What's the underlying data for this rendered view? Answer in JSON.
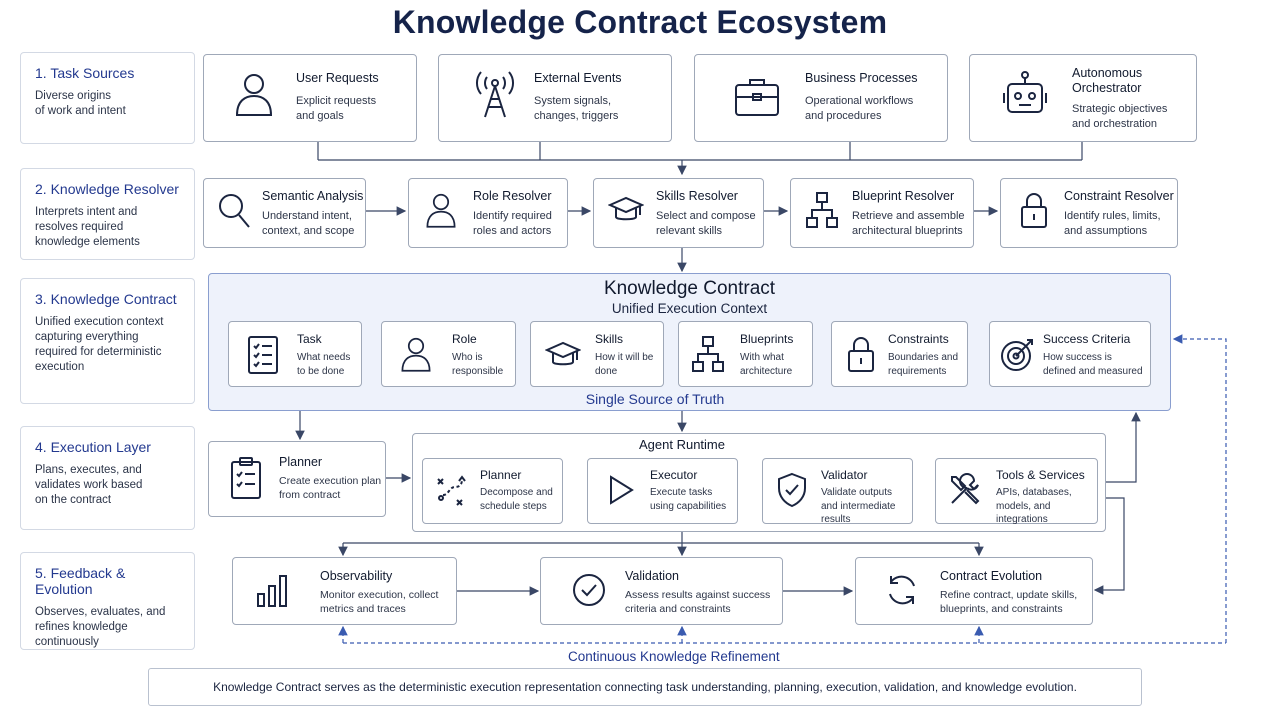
{
  "title": "Knowledge Contract Ecosystem",
  "stages": [
    {
      "title": "1. Task Sources",
      "desc": "Diverse origins\nof work and intent"
    },
    {
      "title": "2. Knowledge Resolver",
      "desc": "Interprets intent and\nresolves required\nknowledge elements"
    },
    {
      "title": "3. Knowledge Contract",
      "desc": "Unified execution context\ncapturing everything\nrequired for deterministic\nexecution"
    },
    {
      "title": "4. Execution Layer",
      "desc": "Plans, executes, and\nvalidates work based\non the contract"
    },
    {
      "title": "5. Feedback & Evolution",
      "desc": "Observes, evaluates, and\nrefines knowledge\ncontinuously"
    }
  ],
  "sources": [
    {
      "name": "User Requests",
      "desc": "Explicit requests\nand goals",
      "icon": "user-icon"
    },
    {
      "name": "External Events",
      "desc": "System signals,\nchanges, triggers",
      "icon": "antenna-icon"
    },
    {
      "name": "Business Processes",
      "desc": "Operational workflows\nand procedures",
      "icon": "briefcase-icon"
    },
    {
      "name": "Autonomous\nOrchestrator",
      "desc": "Strategic objectives\nand orchestration",
      "icon": "robot-icon"
    }
  ],
  "resolvers": [
    {
      "name": "Semantic Analysis",
      "desc": "Understand intent,\ncontext, and scope",
      "icon": "magnifier-icon"
    },
    {
      "name": "Role Resolver",
      "desc": "Identify required\nroles and actors",
      "icon": "user-icon"
    },
    {
      "name": "Skills Resolver",
      "desc": "Select and compose\nrelevant skills",
      "icon": "graduation-cap-icon"
    },
    {
      "name": "Blueprint Resolver",
      "desc": "Retrieve and assemble\narchitectural blueprints",
      "icon": "hierarchy-icon"
    },
    {
      "name": "Constraint Resolver",
      "desc": "Identify rules, limits,\nand assumptions",
      "icon": "lock-icon"
    }
  ],
  "contract": {
    "title": "Knowledge Contract",
    "subtitle": "Unified Execution Context",
    "footer": "Single Source of Truth",
    "items": [
      {
        "name": "Task",
        "desc": "What needs\nto be done",
        "icon": "checklist-icon"
      },
      {
        "name": "Role",
        "desc": "Who is\nresponsible",
        "icon": "user-icon"
      },
      {
        "name": "Skills",
        "desc": "How it will be\ndone",
        "icon": "graduation-cap-icon"
      },
      {
        "name": "Blueprints",
        "desc": "With what\narchitecture",
        "icon": "hierarchy-icon"
      },
      {
        "name": "Constraints",
        "desc": "Boundaries and\nrequirements",
        "icon": "lock-icon"
      },
      {
        "name": "Success Criteria",
        "desc": "How success is\ndefined and measured",
        "icon": "target-icon"
      }
    ]
  },
  "execution": {
    "planner": {
      "name": "Planner",
      "desc": "Create execution plan\nfrom contract",
      "icon": "clipboard-icon"
    },
    "runtime_title": "Agent Runtime",
    "runtime": [
      {
        "name": "Planner",
        "desc": "Decompose and\nschedule steps",
        "icon": "path-icon"
      },
      {
        "name": "Executor",
        "desc": "Execute tasks\nusing capabilities",
        "icon": "play-icon"
      },
      {
        "name": "Validator",
        "desc": "Validate outputs\nand intermediate\nresults",
        "icon": "shield-check-icon"
      },
      {
        "name": "Tools & Services",
        "desc": "APIs, databases,\nmodels, and\nintegrations",
        "icon": "tools-icon"
      }
    ]
  },
  "feedback": {
    "items": [
      {
        "name": "Observability",
        "desc": "Monitor execution, collect\nmetrics and traces",
        "icon": "bar-chart-icon"
      },
      {
        "name": "Validation",
        "desc": "Assess results against success\ncriteria and constraints",
        "icon": "check-circle-icon"
      },
      {
        "name": "Contract Evolution",
        "desc": "Refine contract, update skills,\nblueprints, and constraints",
        "icon": "refresh-icon"
      }
    ],
    "loop_label": "Continuous Knowledge Refinement"
  },
  "footnote": "Knowledge Contract serves as the deterministic execution representation connecting task understanding, planning, execution, validation, and knowledge evolution.",
  "colors": {
    "accent": "#23398f",
    "frame": "#8a9ecf",
    "frame_fill": "#eef2fb",
    "line": "#3a4766"
  }
}
